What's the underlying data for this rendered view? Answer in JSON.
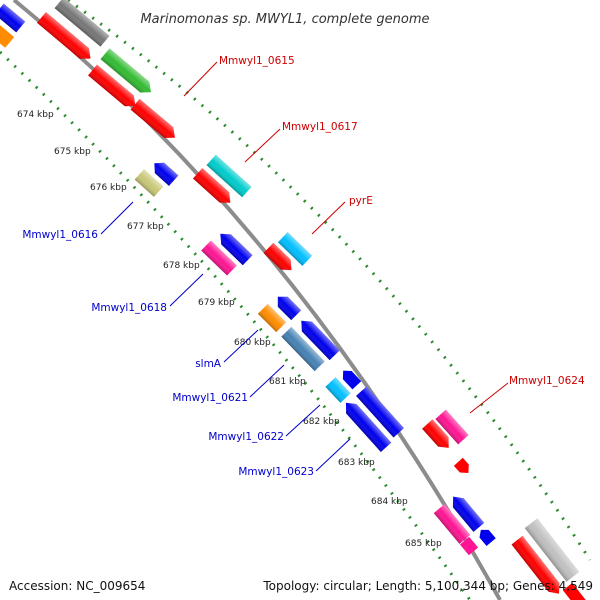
{
  "title": "Marinomonas sp. MWYL1, complete genome",
  "footer": {
    "accession": "Accession: NC_009654",
    "summary": "Topology: circular; Length: 5,100,344 bp; Genes: 4,549"
  },
  "kbp_ticks": [
    "674 kbp",
    "675 kbp",
    "676 kbp",
    "677 kbp",
    "678 kbp",
    "679 kbp",
    "680 kbp",
    "681 kbp",
    "682 kbp",
    "683 kbp",
    "684 kbp",
    "685 kbp"
  ],
  "top_labels": [
    "Mmwyl1_0615",
    "Mmwyl1_0617",
    "pyrE",
    "Mmwyl1_0624"
  ],
  "bottom_labels": [
    "Mmwyl1_0616",
    "Mmwyl1_0618",
    "slmA",
    "Mmwyl1_0621",
    "Mmwyl1_0622",
    "Mmwyl1_0623"
  ],
  "colors": {
    "red": "#ff0000",
    "blue": "#0000ee",
    "pink": "#ff1493",
    "cyan": "#00cccc",
    "sky": "#00bfff",
    "orange": "#ff8c00",
    "green": "#33bb33",
    "gray": "#777777",
    "lightgray": "#c0c0c0",
    "steel": "#4682b4",
    "khaki": "#c8c878",
    "backbone": "#8c8c8c",
    "dots": "#2e8b2e"
  }
}
